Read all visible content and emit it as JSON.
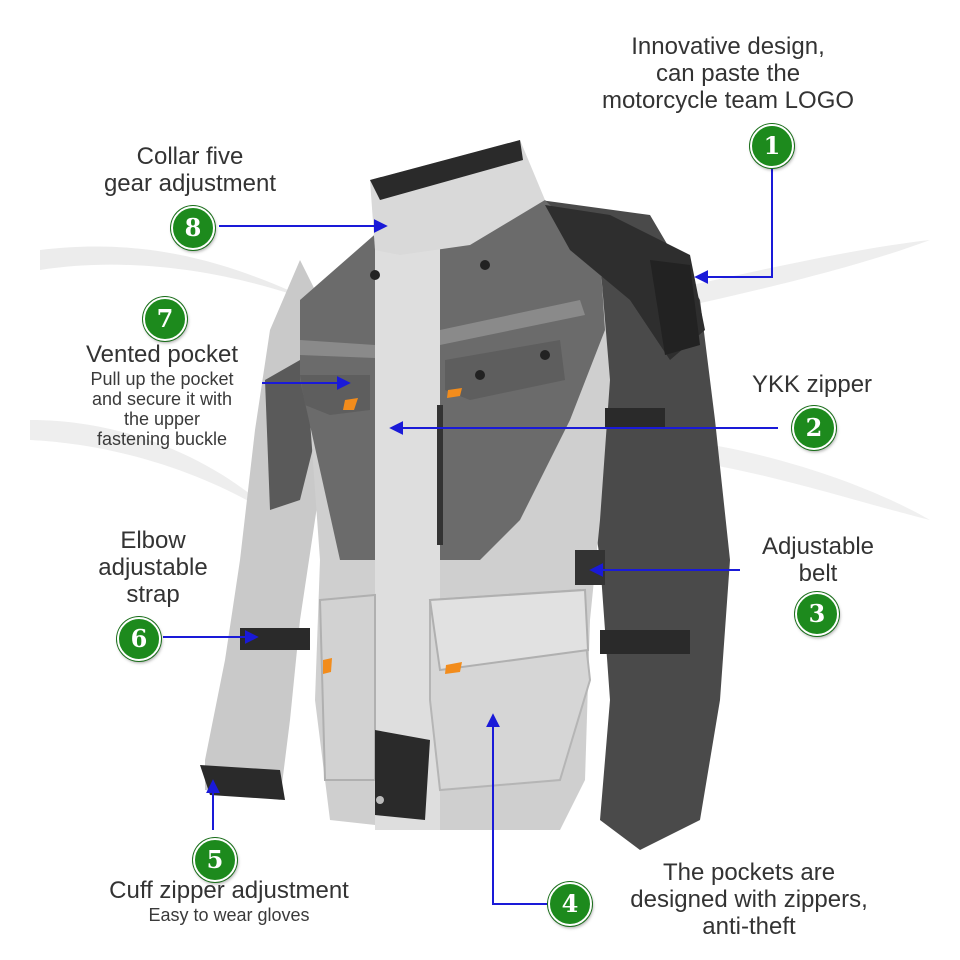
{
  "colors": {
    "badge": "#1d8a1d",
    "arrow": "#1a1ad8",
    "text": "#333333",
    "accent_orange": "#f28c1c"
  },
  "callouts": [
    {
      "num": "1",
      "title": [
        "Innovative design,",
        "can paste the",
        "motorcycle team LOGO"
      ],
      "sub": []
    },
    {
      "num": "2",
      "title": [
        "YKK zipper"
      ],
      "sub": []
    },
    {
      "num": "3",
      "title": [
        "Adjustable",
        "belt"
      ],
      "sub": []
    },
    {
      "num": "4",
      "title": [
        "The pockets are",
        "designed with zippers,",
        "anti-theft"
      ],
      "sub": []
    },
    {
      "num": "5",
      "title": [
        "Cuff zipper adjustment"
      ],
      "sub": [
        "Easy to wear gloves"
      ]
    },
    {
      "num": "6",
      "title": [
        "Elbow",
        "adjustable",
        "strap"
      ],
      "sub": []
    },
    {
      "num": "7",
      "title": [
        "Vented pocket"
      ],
      "sub": [
        "Pull up the pocket",
        "and secure it with",
        "the upper",
        "fastening buckle"
      ]
    },
    {
      "num": "8",
      "title": [
        "Collar five",
        "gear adjustment"
      ],
      "sub": []
    }
  ]
}
